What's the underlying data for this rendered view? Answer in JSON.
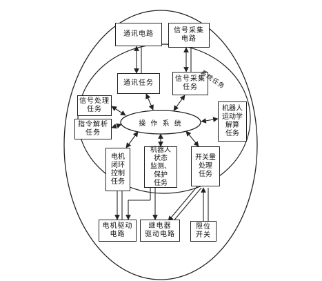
{
  "diagram": {
    "center": "操 作 系 统",
    "system_tasks_label": "系统任务",
    "boxes": {
      "comm_circuit": "通讯电路",
      "signal_collect_circuit": "信号采集\n电路",
      "comm_task": "通讯任务",
      "signal_collect_task": "信号采集\n任务",
      "signal_process_task": "信号处理\n任务",
      "command_parse_task": "指令解析\n任务",
      "robot_kinematics_task": "机器人\n运动学\n解算\n任务",
      "motor_loop_task": "电机\n闭环\n控制\n任务",
      "robot_monitor_task": "机器人\n状态\n监测、\n保护\n任务",
      "switch_process_task": "开关量\n处理\n任务",
      "motor_drive_circuit": "电机驱动\n电路",
      "relay_drive_circuit": "继电器\n驱动电路",
      "limit_switch": "限位\n开关"
    }
  }
}
